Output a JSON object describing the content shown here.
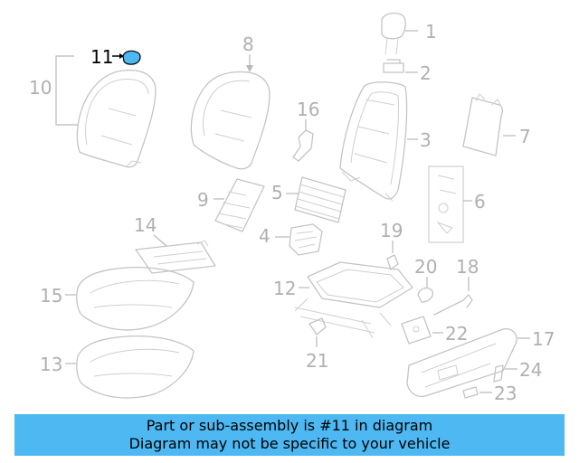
{
  "callouts": {
    "c1": "1",
    "c2": "2",
    "c3": "3",
    "c4": "4",
    "c5": "5",
    "c6": "6",
    "c7": "7",
    "c8": "8",
    "c9": "9",
    "c10": "10",
    "c11": "11",
    "c12": "12",
    "c13": "13",
    "c14": "14",
    "c15": "15",
    "c16": "16",
    "c17": "17",
    "c18": "18",
    "c19": "19",
    "c20": "20",
    "c21": "21",
    "c22": "22",
    "c23": "23",
    "c24": "24"
  },
  "highlight": {
    "part_number": "11",
    "color": "#4db8f2"
  },
  "banner": {
    "line1": "Part or sub-assembly is #11 in diagram",
    "line2": "Diagram may not be specific to your vehicle",
    "background": "#4db8f2"
  }
}
